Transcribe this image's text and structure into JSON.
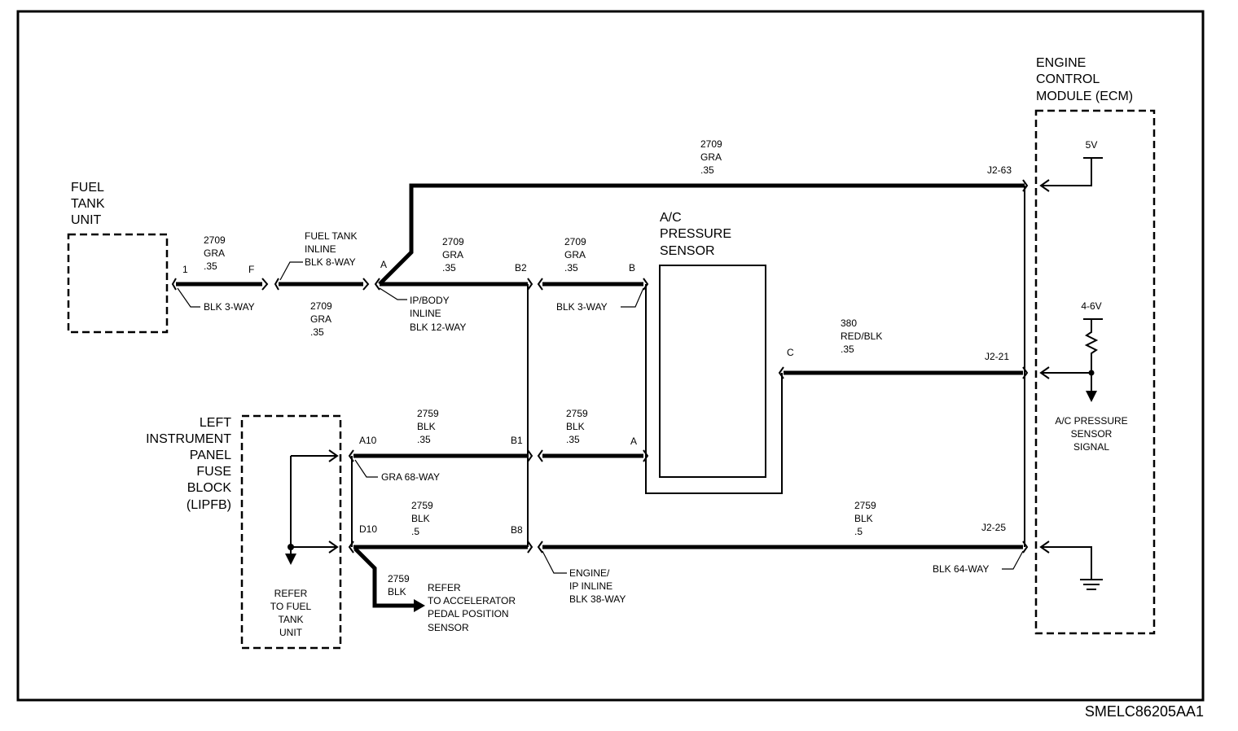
{
  "components": {
    "fuel_tank_unit": [
      "FUEL",
      "TANK",
      "UNIT"
    ],
    "ecm": [
      "ENGINE",
      "CONTROL",
      "MODULE (ECM)"
    ],
    "ac_sensor": [
      "A/C",
      "PRESSURE",
      "SENSOR"
    ],
    "lipfb": [
      "LEFT",
      "INSTRUMENT",
      "PANEL",
      "FUSE",
      "BLOCK",
      "(LIPFB)"
    ]
  },
  "wires": {
    "top_2709": [
      "2709",
      "GRA",
      ".35"
    ],
    "fuel_2709_a": [
      "2709",
      "GRA",
      ".35"
    ],
    "fuel_2709_b": [
      "2709",
      "GRA",
      ".35"
    ],
    "ipbody_2709": [
      "2709",
      "GRA",
      ".35"
    ],
    "ac_2709": [
      "2709",
      "GRA",
      ".35"
    ],
    "signal_380": [
      "380",
      "RED/BLK",
      ".35"
    ],
    "lipfb_2759": [
      "2759",
      "BLK",
      ".35"
    ],
    "ac_2759": [
      "2759",
      "BLK",
      ".35"
    ],
    "d10_2759": [
      "2759",
      "BLK",
      ".5"
    ],
    "gnd_2759": [
      "2759",
      "BLK",
      ".5"
    ],
    "app_2759": [
      "2759",
      "BLK"
    ]
  },
  "connectors": {
    "fuel_tank_inline": [
      "FUEL TANK",
      "INLINE",
      "BLK 8-WAY"
    ],
    "blk3way_fuel": "BLK 3-WAY",
    "ipbody_inline": [
      "IP/BODY",
      "INLINE",
      "BLK 12-WAY"
    ],
    "blk3way_ac": "BLK 3-WAY",
    "gra68way": "GRA 68-WAY",
    "engine_ip_inline": [
      "ENGINE/",
      "IP INLINE",
      "BLK 38-WAY"
    ],
    "blk64way": "BLK 64-WAY"
  },
  "pins": {
    "p1": "1",
    "pF": "F",
    "pA_inline": "A",
    "pB2": "B2",
    "pB_ac": "B",
    "pC_ac": "C",
    "pA10": "A10",
    "pB1": "B1",
    "pA_ac": "A",
    "pD10": "D10",
    "pB8": "B8",
    "j2_63": "J2-63",
    "j2_21": "J2-21",
    "j2_25": "J2-25"
  },
  "ecm_internal": {
    "v5": "5V",
    "v46": "4-6V",
    "signal": [
      "A/C PRESSURE",
      "SENSOR",
      "SIGNAL"
    ]
  },
  "refs": {
    "fuel_tank": [
      "REFER",
      "TO FUEL",
      "TANK",
      "UNIT"
    ],
    "app_sensor": [
      "REFER",
      "TO ACCELERATOR",
      "PEDAL POSITION",
      "SENSOR"
    ]
  },
  "footer_code": "SMELC86205AA1"
}
